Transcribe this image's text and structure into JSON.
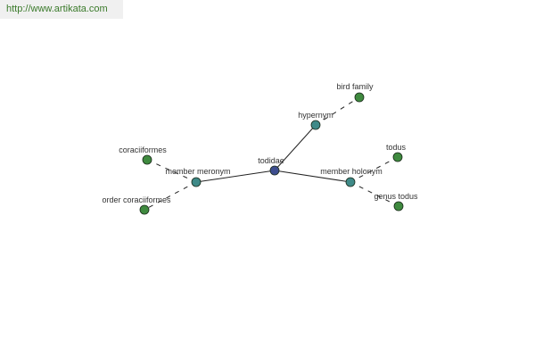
{
  "source_url": "http://www.artikata.com",
  "colors": {
    "center": "#3d4d8f",
    "relation": "#3f8a88",
    "leaf": "#3f8a3f",
    "edge": "#222222",
    "url_text": "#3a7a2a"
  },
  "graph": {
    "center": "todidae",
    "relations": [
      {
        "label": "hypernym",
        "targets": [
          "bird family"
        ]
      },
      {
        "label": "member meronym",
        "targets": [
          "coraciiformes",
          "order coraciiformes"
        ]
      },
      {
        "label": "member holonym",
        "targets": [
          "todus",
          "genus todus"
        ]
      }
    ]
  }
}
